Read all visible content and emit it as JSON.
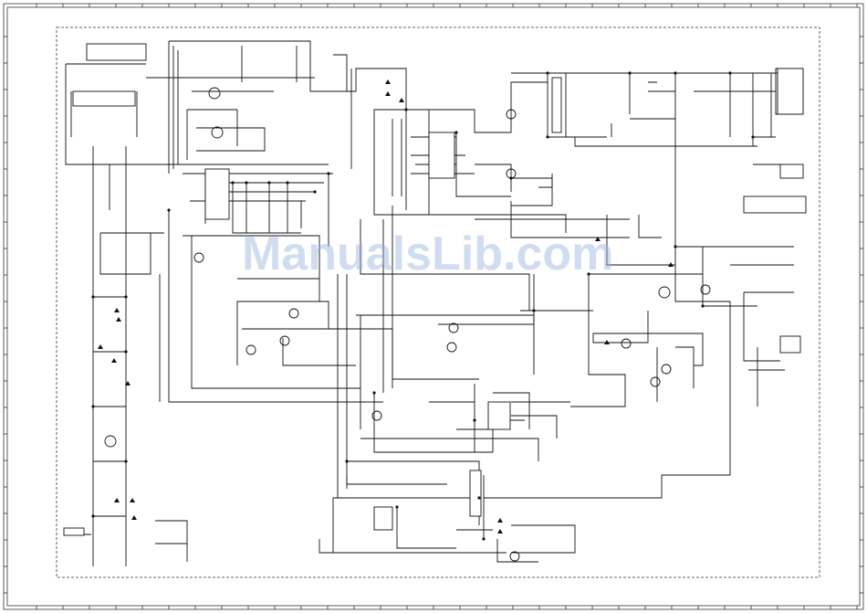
{
  "document": {
    "kind": "schematic-drawing",
    "watermark_text": "ManualsLib.com",
    "line_color": "#111111",
    "frame_color": "#333333",
    "watermark_color": "#96b4e1"
  },
  "components": {
    "ic_count_visible": 6,
    "connector_count_visible": 6,
    "transistor_symbols": 18,
    "warning_triangles": 16
  }
}
